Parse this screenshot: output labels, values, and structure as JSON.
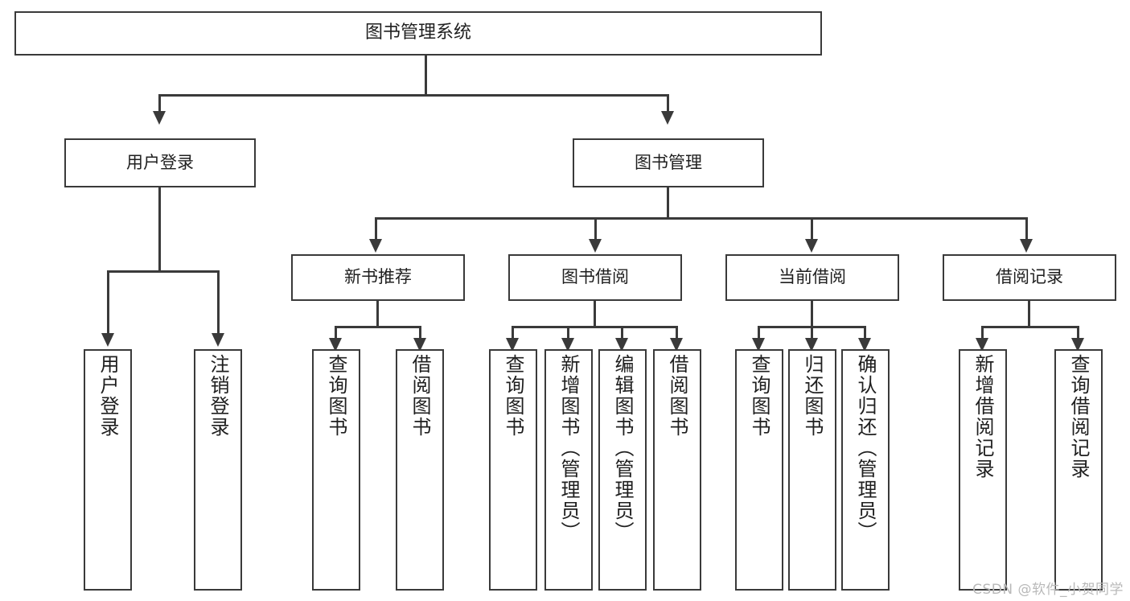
{
  "diagram": {
    "type": "tree",
    "title": "图书管理系统",
    "watermark": "CSDN @软件_小贺同学",
    "colors": {
      "stroke": "#3a3a3a",
      "fill": "#ffffff",
      "text": "#1f1f1f",
      "watermark": "#b9b9b9"
    },
    "nodes": {
      "root": {
        "label": "图书管理系统"
      },
      "level2": [
        {
          "id": "user-login",
          "label": "用户登录"
        },
        {
          "id": "book-manage",
          "label": "图书管理"
        }
      ],
      "level3": [
        {
          "id": "new-book-rec",
          "label": "新书推荐"
        },
        {
          "id": "book-borrow",
          "label": "图书借阅"
        },
        {
          "id": "current-borrow",
          "label": "当前借阅"
        },
        {
          "id": "borrow-record",
          "label": "借阅记录"
        }
      ],
      "leaves": {
        "user_login": [
          {
            "id": "leaf-user-login",
            "label": "用户登录"
          },
          {
            "id": "leaf-logout",
            "label": "注销登录"
          }
        ],
        "new_book_rec": [
          {
            "id": "leaf-query-book-1",
            "label": "查询图书"
          },
          {
            "id": "leaf-borrow-book-1",
            "label": "借阅图书"
          }
        ],
        "book_borrow": [
          {
            "id": "leaf-query-book-2",
            "label": "查询图书"
          },
          {
            "id": "leaf-add-book",
            "label": "新增图书（管理员）"
          },
          {
            "id": "leaf-edit-book",
            "label": "编辑图书（管理员）"
          },
          {
            "id": "leaf-borrow-book-2",
            "label": "借阅图书"
          }
        ],
        "current_borrow": [
          {
            "id": "leaf-query-book-3",
            "label": "查询图书"
          },
          {
            "id": "leaf-return-book",
            "label": "归还图书"
          },
          {
            "id": "leaf-confirm-return",
            "label": "确认归还（管理员）"
          }
        ],
        "borrow_record": [
          {
            "id": "leaf-add-record",
            "label": "新增借阅记录"
          },
          {
            "id": "leaf-query-record",
            "label": "查询借阅记录"
          }
        ]
      }
    }
  }
}
